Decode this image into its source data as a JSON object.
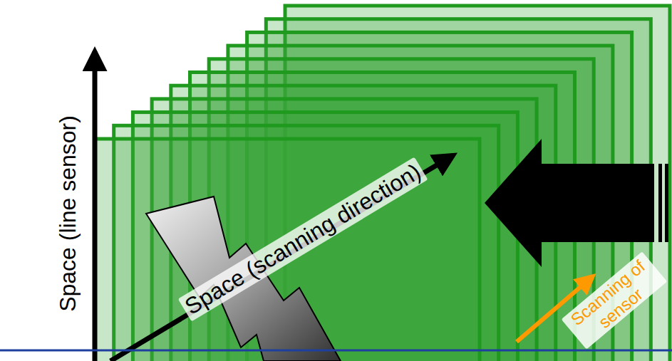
{
  "diagram": {
    "labels": [
      "Space (line sensor)",
      "Space (scanning direction)",
      "Scanning of sensor"
    ]
  }
}
